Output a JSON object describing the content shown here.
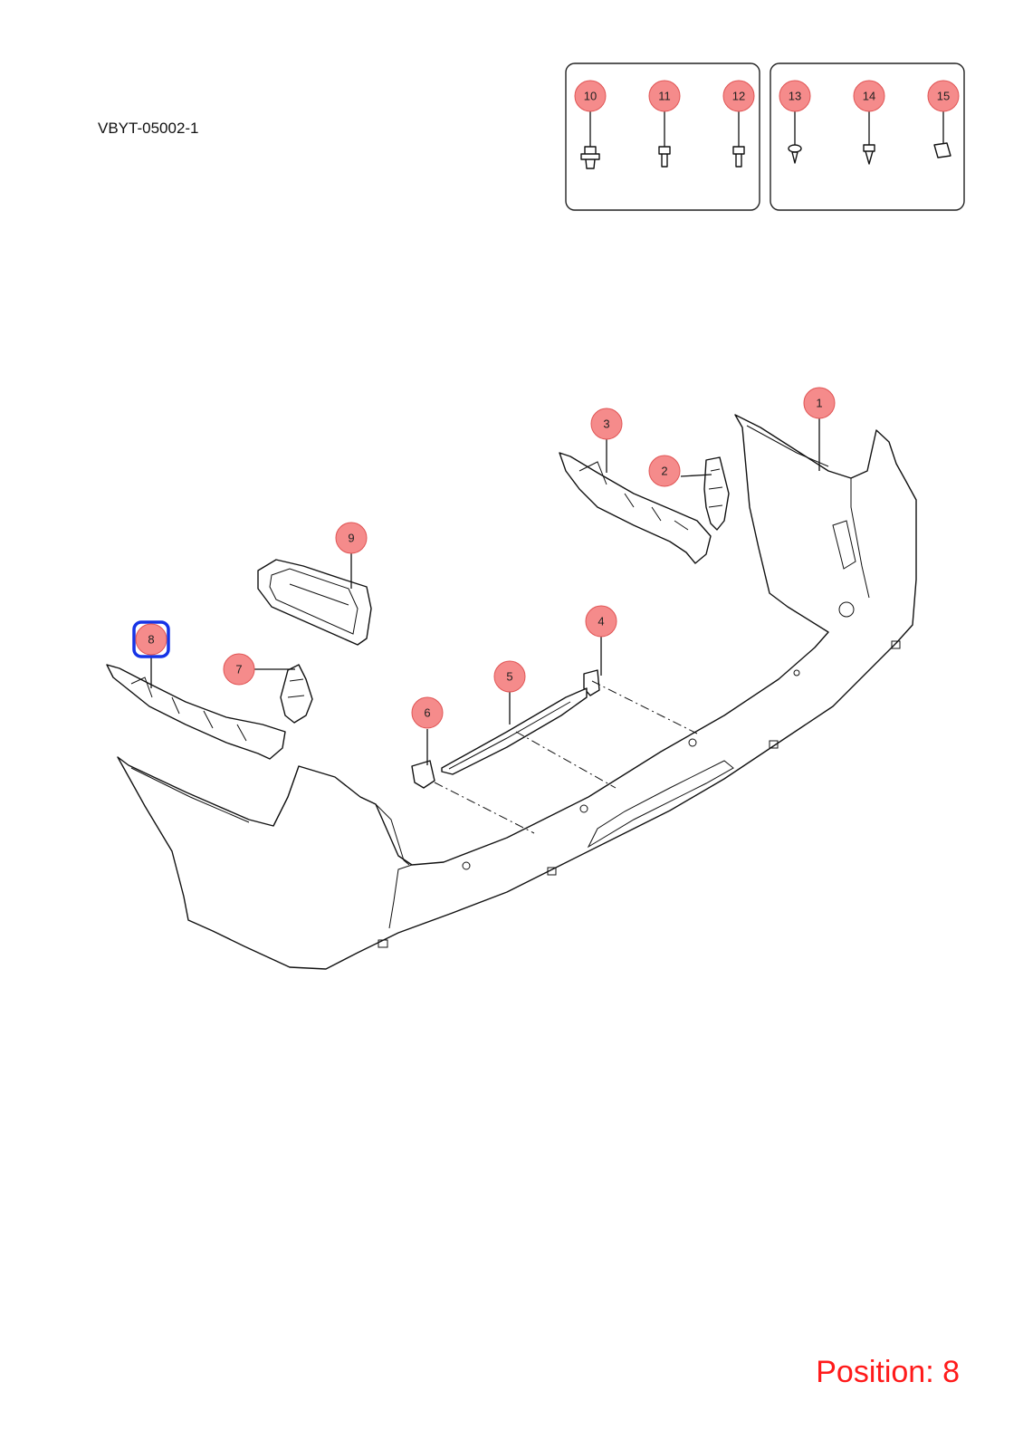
{
  "drawing_code": "VBYT-05002-1",
  "position_label": "Position: 8",
  "selected_callout": "8",
  "colors": {
    "callout_fill": "#f58b8b",
    "highlight": "#1633e6",
    "position_text": "#ff1a1a"
  },
  "callouts": [
    {
      "id": "1",
      "label": "1"
    },
    {
      "id": "2",
      "label": "2"
    },
    {
      "id": "3",
      "label": "3"
    },
    {
      "id": "4",
      "label": "4"
    },
    {
      "id": "5",
      "label": "5"
    },
    {
      "id": "6",
      "label": "6"
    },
    {
      "id": "7",
      "label": "7"
    },
    {
      "id": "8",
      "label": "8"
    },
    {
      "id": "9",
      "label": "9"
    },
    {
      "id": "10",
      "label": "10"
    },
    {
      "id": "11",
      "label": "11"
    },
    {
      "id": "12",
      "label": "12"
    },
    {
      "id": "13",
      "label": "13"
    },
    {
      "id": "14",
      "label": "14"
    },
    {
      "id": "15",
      "label": "15"
    }
  ]
}
